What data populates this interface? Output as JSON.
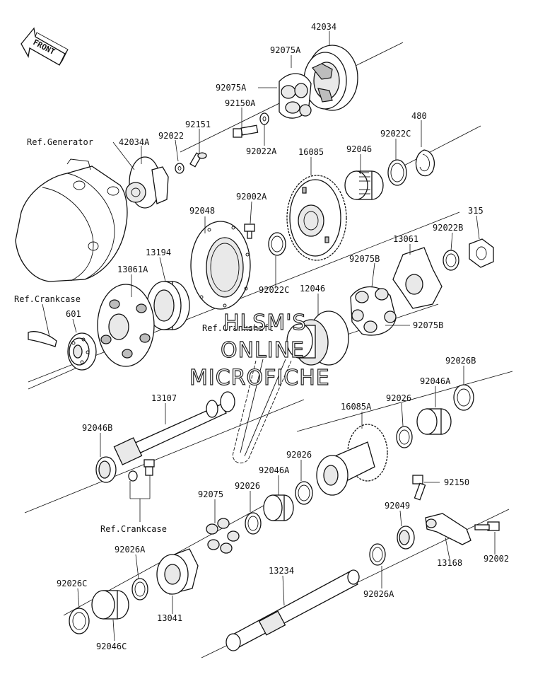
{
  "watermark": {
    "line1": "HLSM'S",
    "line2": "ONLINE",
    "line3": "MICROFICHE"
  },
  "front_arrow_label": "FRONT",
  "part_labels": [
    {
      "id": "l-42034",
      "text": "42034"
    },
    {
      "id": "l-92075A-1",
      "text": "92075A"
    },
    {
      "id": "l-92075A-2",
      "text": "92075A"
    },
    {
      "id": "l-92150A",
      "text": "92150A"
    },
    {
      "id": "l-92022A",
      "text": "92022A"
    },
    {
      "id": "l-480",
      "text": "480"
    },
    {
      "id": "l-92022C-1",
      "text": "92022C"
    },
    {
      "id": "l-92046-1",
      "text": "92046"
    },
    {
      "id": "l-16085",
      "text": "16085"
    },
    {
      "id": "l-ref-generator",
      "text": "Ref.Generator"
    },
    {
      "id": "l-42034A",
      "text": "42034A"
    },
    {
      "id": "l-92022",
      "text": "92022"
    },
    {
      "id": "l-92151",
      "text": "92151"
    },
    {
      "id": "l-92002A",
      "text": "92002A"
    },
    {
      "id": "l-92048",
      "text": "92048"
    },
    {
      "id": "l-315",
      "text": "315"
    },
    {
      "id": "l-92022B",
      "text": "92022B"
    },
    {
      "id": "l-13061",
      "text": "13061"
    },
    {
      "id": "l-13194",
      "text": "13194"
    },
    {
      "id": "l-92022C-2",
      "text": "92022C"
    },
    {
      "id": "l-92075B-1",
      "text": "92075B"
    },
    {
      "id": "l-13061A",
      "text": "13061A"
    },
    {
      "id": "l-12046",
      "text": "12046"
    },
    {
      "id": "l-ref-crankcase-1",
      "text": "Ref.Crankcase"
    },
    {
      "id": "l-ref-crankshaft",
      "text": "Ref.Crankshaft"
    },
    {
      "id": "l-92075B-2",
      "text": "92075B"
    },
    {
      "id": "l-601",
      "text": "601"
    },
    {
      "id": "l-92026B",
      "text": "92026B"
    },
    {
      "id": "l-92046A-1",
      "text": "92046A"
    },
    {
      "id": "l-92026-1",
      "text": "92026"
    },
    {
      "id": "l-13107",
      "text": "13107"
    },
    {
      "id": "l-16085A",
      "text": "16085A"
    },
    {
      "id": "l-92046B",
      "text": "92046B"
    },
    {
      "id": "l-92026-2",
      "text": "92026"
    },
    {
      "id": "l-92046A-2",
      "text": "92046A"
    },
    {
      "id": "l-92150",
      "text": "92150"
    },
    {
      "id": "l-92075",
      "text": "92075"
    },
    {
      "id": "l-92026-3",
      "text": "92026"
    },
    {
      "id": "l-92049",
      "text": "92049"
    },
    {
      "id": "l-ref-crankcase-2",
      "text": "Ref.Crankcase"
    },
    {
      "id": "l-92026A-1",
      "text": "92026A"
    },
    {
      "id": "l-13168",
      "text": "13168"
    },
    {
      "id": "l-92002",
      "text": "92002"
    },
    {
      "id": "l-13234",
      "text": "13234"
    },
    {
      "id": "l-92026C",
      "text": "92026C"
    },
    {
      "id": "l-13041",
      "text": "13041"
    },
    {
      "id": "l-92026A-2",
      "text": "92026A"
    },
    {
      "id": "l-92046C",
      "text": "92046C"
    }
  ]
}
